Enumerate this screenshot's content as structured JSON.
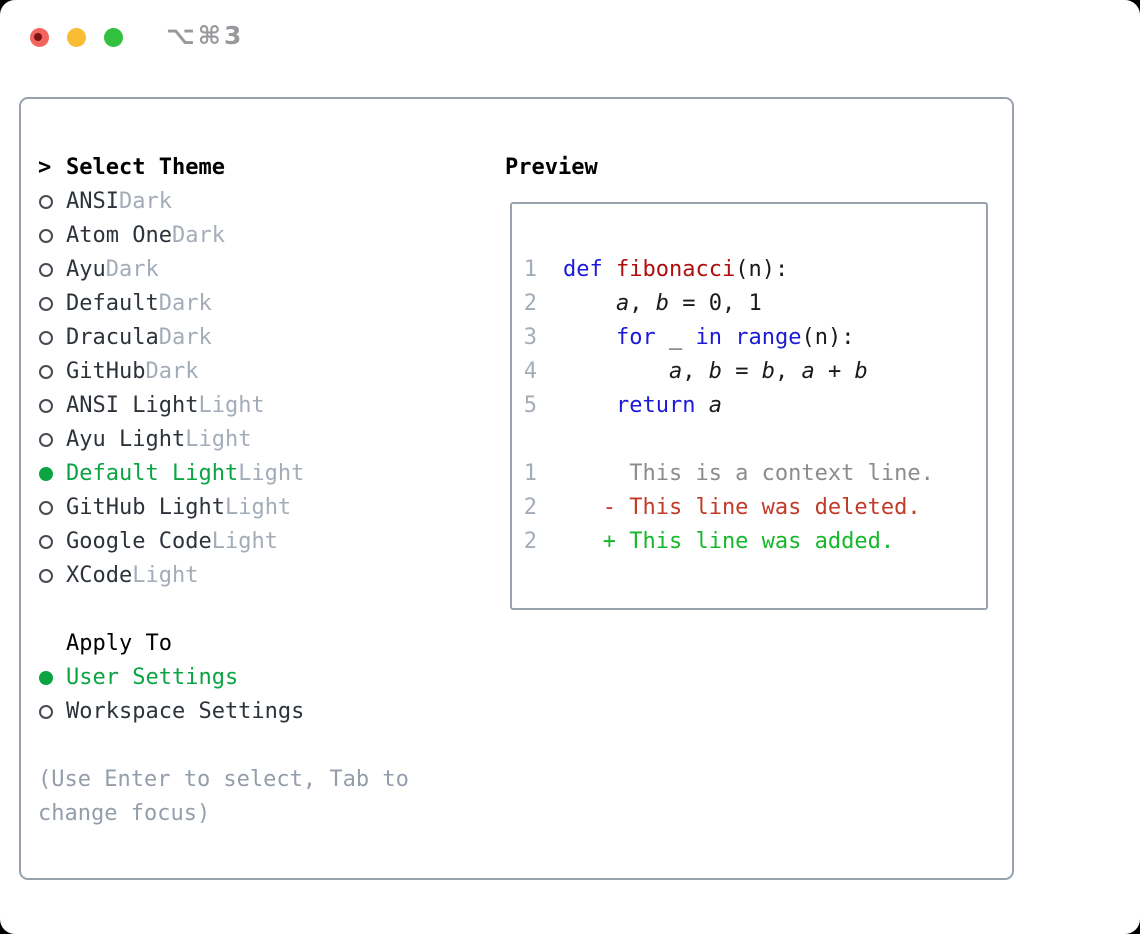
{
  "window": {
    "shortcut_label": "⌥⌘3",
    "traffic_lights": [
      "close",
      "minimize",
      "zoom"
    ]
  },
  "colors": {
    "accent_green": "#0ca443",
    "keyword_blue": "#1b1bd7",
    "function_red": "#ae0e0e",
    "diff_deleted_red": "#c23b28",
    "diff_added_green": "#16b82a",
    "context_gray": "#8c8c8c",
    "muted_gray": "#a3adb9",
    "hint_gray": "#949eab",
    "panel_border": "#98a2ad",
    "traffic_red": "#f4645f",
    "traffic_yellow": "#f9bc35",
    "traffic_green": "#32c13e"
  },
  "theme_picker": {
    "focus_marker": ">",
    "header": "Select Theme",
    "items": [
      {
        "name": "ANSI",
        "variant": "Dark",
        "selected": false
      },
      {
        "name": "Atom One",
        "variant": "Dark",
        "selected": false
      },
      {
        "name": "Ayu",
        "variant": "Dark",
        "selected": false
      },
      {
        "name": "Default",
        "variant": "Dark",
        "selected": false
      },
      {
        "name": "Dracula",
        "variant": "Dark",
        "selected": false
      },
      {
        "name": "GitHub",
        "variant": "Dark",
        "selected": false
      },
      {
        "name": "ANSI Light",
        "variant": "Light",
        "selected": false
      },
      {
        "name": "Ayu Light",
        "variant": "Light",
        "selected": false
      },
      {
        "name": "Default Light",
        "variant": "Light",
        "selected": true
      },
      {
        "name": "GitHub Light",
        "variant": "Light",
        "selected": false
      },
      {
        "name": "Google Code",
        "variant": "Light",
        "selected": false
      },
      {
        "name": "XCode",
        "variant": "Light",
        "selected": false
      }
    ],
    "apply_to": {
      "header": "Apply To",
      "options": [
        {
          "label": "User Settings",
          "selected": true
        },
        {
          "label": "Workspace Settings",
          "selected": false
        }
      ]
    },
    "hint": "(Use Enter to select, Tab to change focus)"
  },
  "preview": {
    "title": "Preview",
    "code_lines": [
      {
        "num": "1",
        "segments": [
          {
            "text": "def",
            "style": "kw"
          },
          {
            "text": " ",
            "style": "plain"
          },
          {
            "text": "fibonacci",
            "style": "fn"
          },
          {
            "text": "(n):",
            "style": "plain"
          }
        ]
      },
      {
        "num": "2",
        "segments": [
          {
            "text": "    ",
            "style": "plain"
          },
          {
            "text": "a",
            "style": "var"
          },
          {
            "text": ", ",
            "style": "plain"
          },
          {
            "text": "b",
            "style": "var"
          },
          {
            "text": " = 0, 1",
            "style": "plain"
          }
        ]
      },
      {
        "num": "3",
        "segments": [
          {
            "text": "    ",
            "style": "plain"
          },
          {
            "text": "for",
            "style": "kw"
          },
          {
            "text": " _ ",
            "style": "plain"
          },
          {
            "text": "in",
            "style": "kw"
          },
          {
            "text": " ",
            "style": "plain"
          },
          {
            "text": "range",
            "style": "kw"
          },
          {
            "text": "(n):",
            "style": "plain"
          }
        ]
      },
      {
        "num": "4",
        "segments": [
          {
            "text": "        ",
            "style": "plain"
          },
          {
            "text": "a",
            "style": "var"
          },
          {
            "text": ", ",
            "style": "plain"
          },
          {
            "text": "b",
            "style": "var"
          },
          {
            "text": " = ",
            "style": "plain"
          },
          {
            "text": "b",
            "style": "var"
          },
          {
            "text": ", ",
            "style": "plain"
          },
          {
            "text": "a",
            "style": "var"
          },
          {
            "text": " + ",
            "style": "plain"
          },
          {
            "text": "b",
            "style": "var"
          }
        ]
      },
      {
        "num": "5",
        "segments": [
          {
            "text": "    ",
            "style": "plain"
          },
          {
            "text": "return",
            "style": "kw"
          },
          {
            "text": " ",
            "style": "plain"
          },
          {
            "text": "a",
            "style": "var"
          }
        ]
      },
      {
        "num": "",
        "segments": []
      },
      {
        "num": "1",
        "segments": [
          {
            "text": "     This is a context line.",
            "style": "ctx"
          }
        ]
      },
      {
        "num": "2",
        "segments": [
          {
            "text": "   - This line was deleted.",
            "style": "del"
          }
        ]
      },
      {
        "num": "2",
        "segments": [
          {
            "text": "   + This line was added.",
            "style": "add"
          }
        ]
      }
    ]
  }
}
